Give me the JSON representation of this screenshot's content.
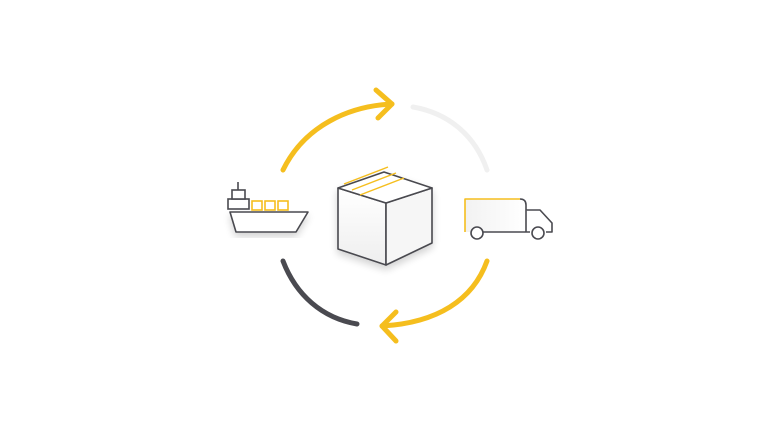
{
  "diagram": {
    "type": "logistics-cycle",
    "nodes": [
      {
        "id": "ship",
        "icon": "cargo-ship-icon"
      },
      {
        "id": "package",
        "icon": "package-box-icon"
      },
      {
        "id": "truck",
        "icon": "delivery-truck-icon"
      }
    ],
    "arcs": [
      {
        "id": "top-left",
        "color": "#F5BE1E",
        "arrowhead": true
      },
      {
        "id": "top-right",
        "color": "#F0F0F0",
        "arrowhead": false
      },
      {
        "id": "bottom-right",
        "color": "#F5BE1E",
        "arrowhead": true
      },
      {
        "id": "bottom-left",
        "color": "#4A4A50",
        "arrowhead": false
      }
    ]
  },
  "colors": {
    "accent": "#F5BE1E",
    "line": "#4A4A50",
    "faded": "#F0F0F0",
    "background": "#FFFFFF"
  }
}
